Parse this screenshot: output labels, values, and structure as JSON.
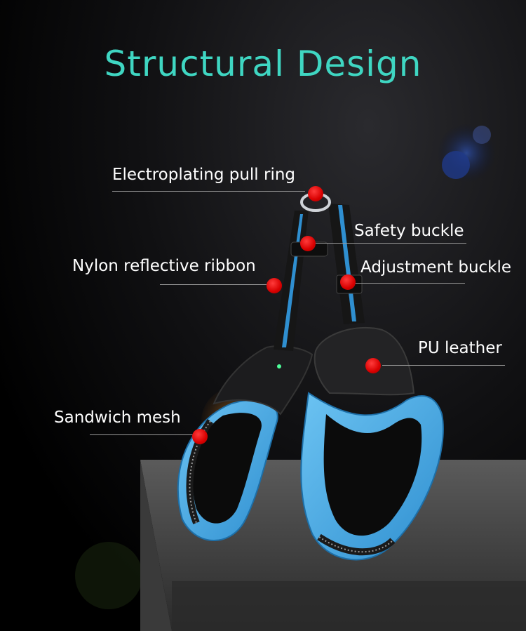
{
  "title": "Structural Design",
  "accent_color": "#3fd6c2",
  "hotspot_color": "#e00000",
  "labels": {
    "pull_ring": "Electroplating pull ring",
    "safety_buckle": "Safety buckle",
    "reflective_ribbon": "Nylon reflective ribbon",
    "adjustment_buckle": "Adjustment buckle",
    "pu_leather": "PU leather",
    "sandwich_mesh": "Sandwich mesh"
  }
}
